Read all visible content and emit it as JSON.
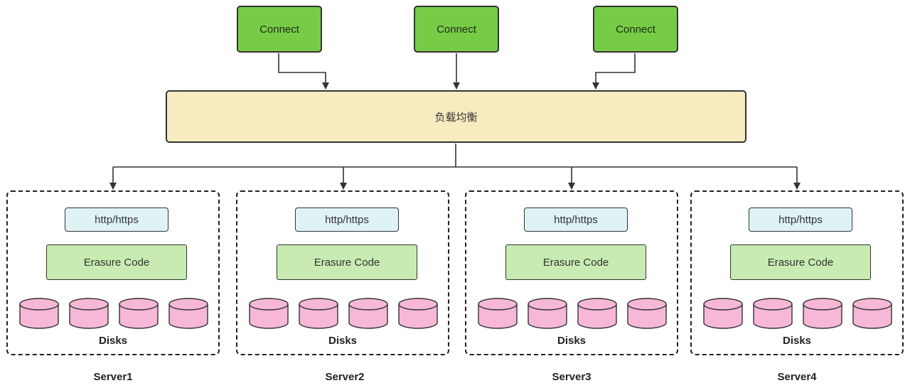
{
  "clients": [
    {
      "label": "Connect"
    },
    {
      "label": "Connect"
    },
    {
      "label": "Connect"
    }
  ],
  "load_balancer": {
    "label": "负载均衡"
  },
  "servers": [
    {
      "name": "Server1",
      "protocol": "http/https",
      "coding": "Erasure Code",
      "disks_label": "Disks"
    },
    {
      "name": "Server2",
      "protocol": "http/https",
      "coding": "Erasure Code",
      "disks_label": "Disks"
    },
    {
      "name": "Server3",
      "protocol": "http/https",
      "coding": "Erasure Code",
      "disks_label": "Disks"
    },
    {
      "name": "Server4",
      "protocol": "http/https",
      "coding": "Erasure Code",
      "disks_label": "Disks"
    }
  ],
  "colors": {
    "connect": "#76cc46",
    "load_balancer": "#f7ecc0",
    "protocol": "#dff3f6",
    "erasure": "#c8ebb2",
    "disk": "#f6b8d6"
  }
}
